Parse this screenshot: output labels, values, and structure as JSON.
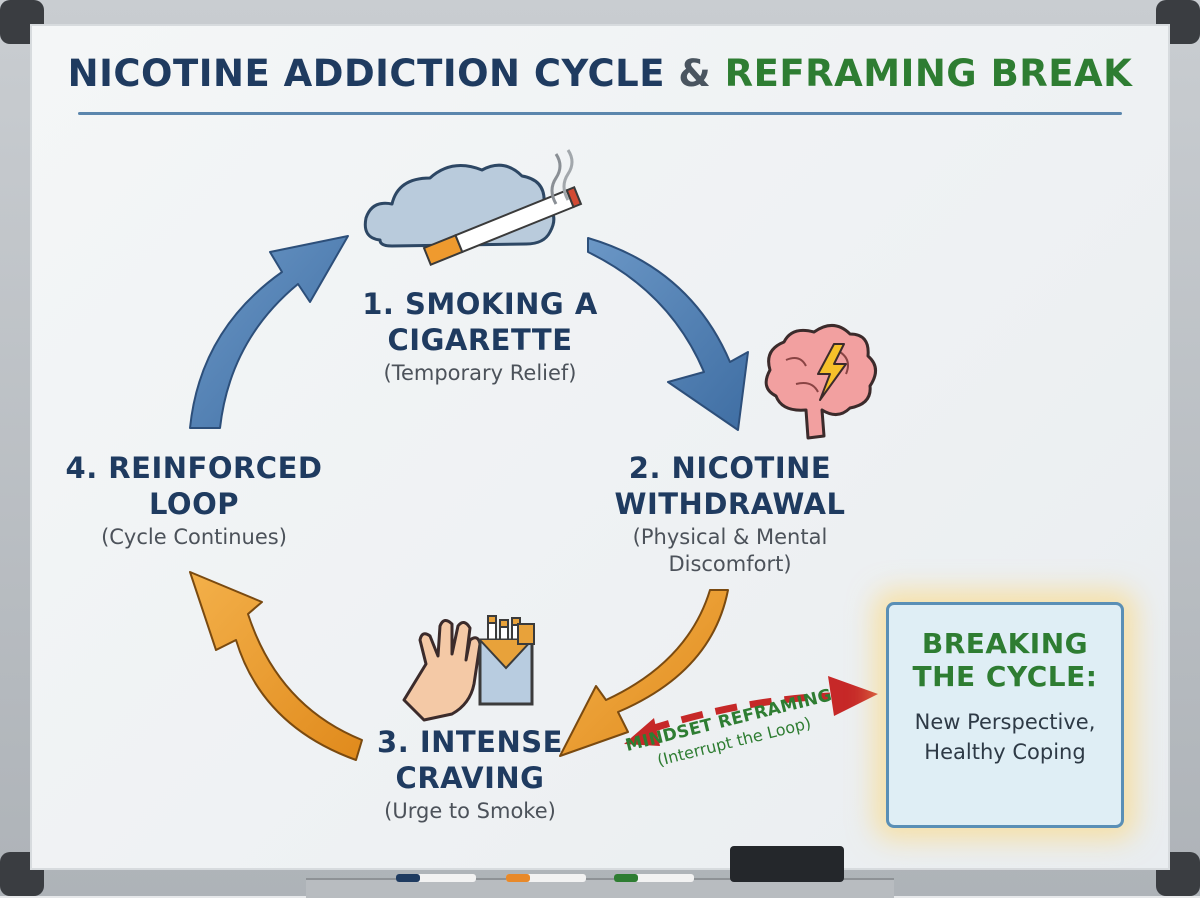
{
  "title": {
    "part1": "NICOTINE ADDICTION CYCLE",
    "amp": "&",
    "part2": "REFRAMING BREAK"
  },
  "stages": [
    {
      "heading_line1": "1. SMOKING A",
      "heading_line2": "CIGARETTE",
      "subtitle": "(Temporary Relief)"
    },
    {
      "heading_line1": "2. NICOTINE",
      "heading_line2": "WITHDRAWAL",
      "subtitle_line1": "(Physical & Mental",
      "subtitle_line2": "Discomfort)"
    },
    {
      "heading_line1": "3. INTENSE",
      "heading_line2": "CRAVING",
      "subtitle": "(Urge to Smoke)"
    },
    {
      "heading_line1": "4. REINFORCED",
      "heading_line2": "LOOP",
      "subtitle": "(Cycle Continues)"
    }
  ],
  "reframing": {
    "label": "MINDSET REFRAMING",
    "sublabel": "(Interrupt the Loop)"
  },
  "break_box": {
    "heading_line1": "BREAKING",
    "heading_line2": "THE CYCLE:",
    "text_line1": "New Perspective,",
    "text_line2": "Healthy Coping"
  },
  "colors": {
    "navy": "#1f3b60",
    "green": "#2e7d32",
    "blue_arrow": "#4f7fb3",
    "orange_arrow": "#eb9a2a",
    "dashed_arrow": "#c62828"
  },
  "icons": [
    "cloud-icon",
    "cigarette-icon",
    "brain-icon",
    "lightning-icon",
    "hand-icon",
    "cigarette-pack-icon"
  ]
}
